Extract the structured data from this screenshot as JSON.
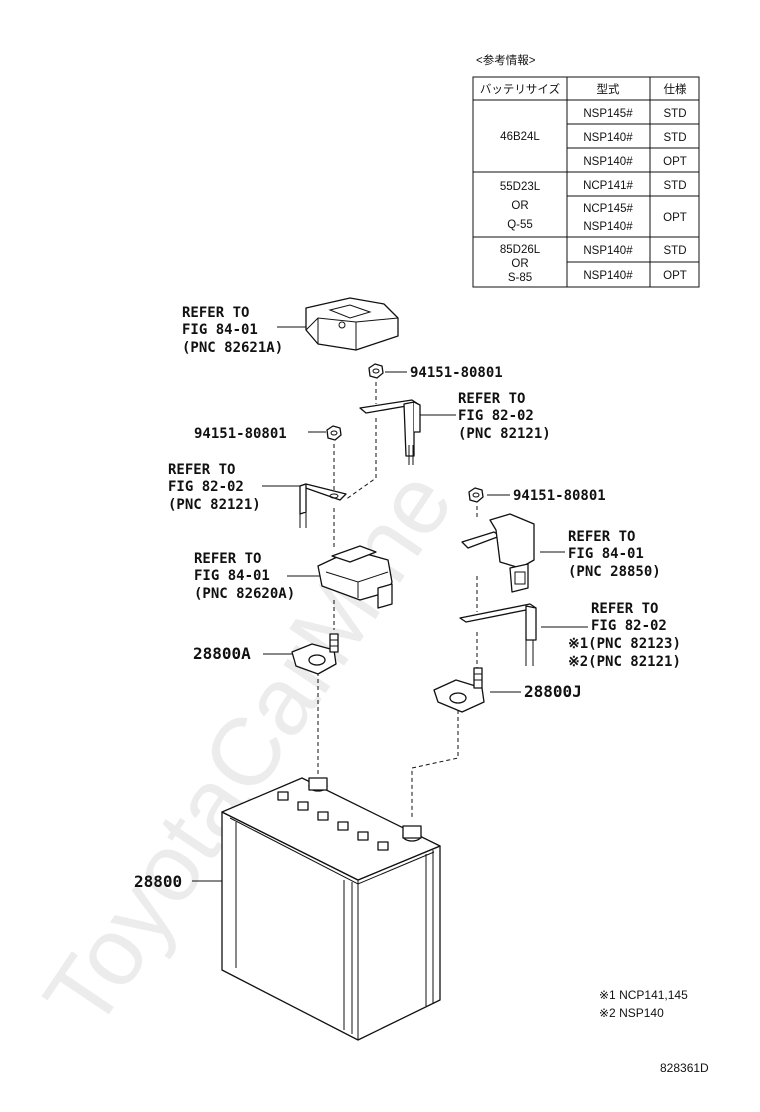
{
  "watermark": "ToyotaCarMine",
  "reference_table": {
    "caption": "<参考情報>",
    "headers": [
      "バッテリサイズ",
      "型式",
      "仕様"
    ],
    "groups": [
      {
        "size": "46B24L",
        "rows": [
          {
            "model": "NSP145#",
            "spec": "STD"
          },
          {
            "model": "NSP140#",
            "spec": "STD"
          },
          {
            "model": "NSP140#",
            "spec": "OPT"
          }
        ]
      },
      {
        "size_lines": [
          "55D23L",
          "OR",
          "Q-55"
        ],
        "rows": [
          {
            "model": "NCP141#",
            "spec": "STD"
          },
          {
            "model_lines": [
              "NCP145#",
              "NSP140#"
            ],
            "spec": "OPT"
          }
        ]
      },
      {
        "size_lines": [
          "85D26L",
          "OR",
          "S-85"
        ],
        "rows": [
          {
            "model": "NSP140#",
            "spec": "STD"
          },
          {
            "model": "NSP140#",
            "spec": "OPT"
          }
        ]
      }
    ]
  },
  "callouts": {
    "ref_82621a": [
      "REFER TO",
      "FIG 84-01",
      "(PNC 82621A)"
    ],
    "nut_top": "94151-80801",
    "ref_82121_top": [
      "REFER TO",
      "FIG 82-02",
      "(PNC 82121)"
    ],
    "nut_left": "94151-80801",
    "ref_82121_left": [
      "REFER TO",
      "FIG 82-02",
      "(PNC 82121)"
    ],
    "nut_right": "94151-80801",
    "ref_28850": [
      "REFER TO",
      "FIG 84-01",
      "(PNC 28850)"
    ],
    "ref_82620a": [
      "REFER TO",
      "FIG 84-01",
      "(PNC 82620A)"
    ],
    "ref_82123": [
      "REFER TO",
      "FIG 82-02",
      "※1(PNC 82123)",
      "※2(PNC 82121)"
    ],
    "part_28800a": "28800A",
    "part_28800j": "28800J",
    "part_28800": "28800"
  },
  "footnotes": [
    "※1 NCP141,145",
    "※2 NSP140"
  ],
  "figure_code": "828361D"
}
